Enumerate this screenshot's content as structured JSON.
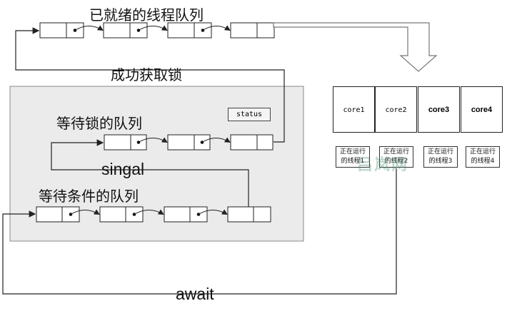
{
  "labels": {
    "ready_queue": "已就绪的线程队列",
    "acquire_lock": "成功获取锁",
    "lock_wait_queue": "等待锁的队列",
    "signal": "singal",
    "condition_wait_queue": "等待条件的队列",
    "await": "await",
    "status": "status"
  },
  "cores": [
    "core1",
    "core2",
    "core3",
    "core4"
  ],
  "running": [
    {
      "line1": "正在运行",
      "line2": "的线程1"
    },
    {
      "line1": "正在运行",
      "line2": "的线程2"
    },
    {
      "line1": "正在运行",
      "line2": "的线程3"
    },
    {
      "line1": "正在运行",
      "line2": "的线程4"
    }
  ],
  "watermark": "吕岚网",
  "colors": {
    "panel_bg": "#ebebeb",
    "panel_border": "#888888",
    "line": "#222222"
  }
}
